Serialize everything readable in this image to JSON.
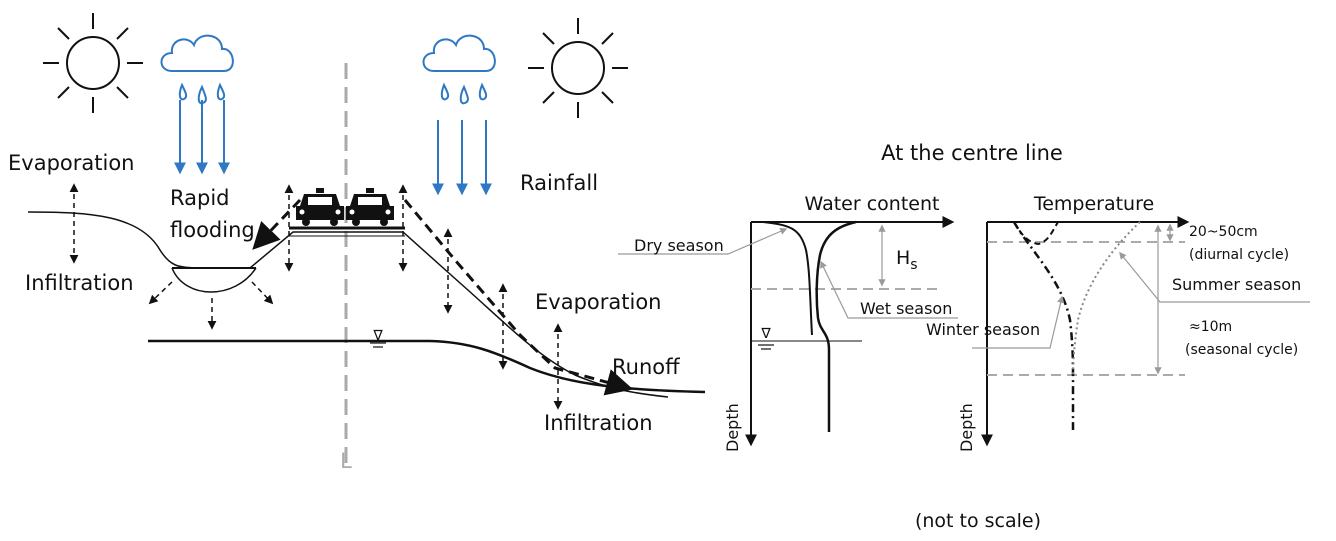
{
  "diagram": {
    "labels": {
      "evaporation_left": "Evaporation",
      "infiltration_left": "Infiltration",
      "rapid": "Rapid",
      "flooding": "flooding",
      "rainfall": "Rainfall",
      "evaporation_right": "Evaporation",
      "runoff": "Runoff",
      "infiltration_right": "Infiltration",
      "centre_symbol": "L",
      "water_table_symbol": "∇"
    },
    "profiles": {
      "title": "At the centre line",
      "water_panel": {
        "axis_x": "Water content",
        "axis_y": "Depth",
        "dry": "Dry season",
        "wet": "Wet season",
        "hs_main": "H",
        "hs_sub": "s",
        "water_table_symbol": "∇"
      },
      "temp_panel": {
        "axis_x": "Temperature",
        "axis_y": "Depth",
        "summer": "Summer season",
        "winter": "Winter season",
        "diurnal_range": "20~50cm",
        "diurnal_note": "(diurnal cycle)",
        "seasonal_range": "≈10m",
        "seasonal_note": "(seasonal cycle)"
      },
      "note": "(not to scale)"
    },
    "colors": {
      "rain": "#2f78c4",
      "ink": "#111111",
      "guide": "#9a9a9a"
    }
  }
}
